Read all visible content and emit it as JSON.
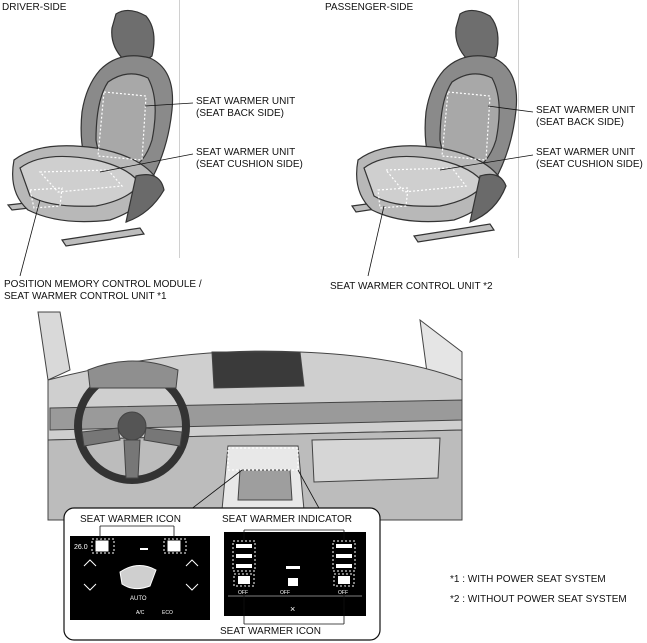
{
  "sections": {
    "driver_title": "DRIVER-SIDE",
    "passenger_title": "PASSENGER-SIDE"
  },
  "driver_callouts": {
    "back_line1": "SEAT WARMER UNIT",
    "back_line2": "(SEAT BACK SIDE)",
    "cushion_line1": "SEAT WARMER UNIT",
    "cushion_line2": "(SEAT CUSHION SIDE)",
    "module_line1": "POSITION MEMORY CONTROL MODULE /",
    "module_line2": "SEAT WARMER CONTROL UNIT *1"
  },
  "passenger_callouts": {
    "back_line1": "SEAT WARMER UNIT",
    "back_line2": "(SEAT BACK SIDE)",
    "cushion_line1": "SEAT WARMER UNIT",
    "cushion_line2": "(SEAT CUSHION SIDE)",
    "control_unit": "SEAT WARMER CONTROL UNIT *2"
  },
  "detail": {
    "icon_label": "SEAT WARMER ICON",
    "indicator_label": "SEAT WARMER INDICATOR",
    "icon_label_bottom": "SEAT WARMER ICON",
    "screen1": {
      "temperature": "26.0",
      "auto": "AUTO",
      "ac": "A/C",
      "eco": "ECO"
    },
    "screen2": {
      "off_left": "OFF",
      "off_mid": "OFF",
      "off_right": "OFF",
      "close": "×"
    }
  },
  "footnotes": {
    "note1": "*1 :  WITH POWER SEAT SYSTEM",
    "note2": "*2 :  WITHOUT POWER SEAT SYSTEM"
  }
}
